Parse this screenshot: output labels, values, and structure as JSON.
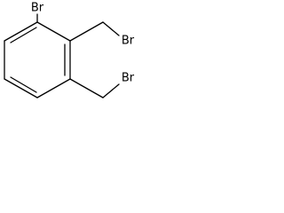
{
  "molecule": {
    "atom_labels": {
      "br_top": "Br",
      "br_middle": "Br",
      "br_bottom": "Br"
    },
    "colors": {
      "bond": "#000000",
      "label": "#000000",
      "background": "#ffffff"
    }
  }
}
